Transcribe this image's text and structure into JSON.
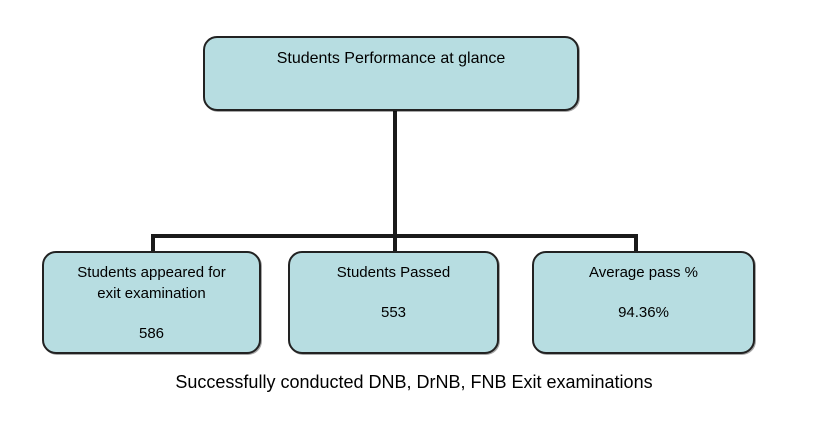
{
  "diagram": {
    "root": {
      "label": "Students Performance at glance"
    },
    "children": [
      {
        "label": "Students appeared for\nexit examination",
        "value": "586"
      },
      {
        "label": "Students Passed",
        "value": "553"
      },
      {
        "label": "Average pass %",
        "value": "94.36%"
      }
    ],
    "caption": "Successfully conducted DNB, DrNB, FNB Exit examinations",
    "colors": {
      "node_fill": "#b7dde1",
      "node_border": "#222222",
      "connector": "#1a1a1a",
      "background": "#ffffff",
      "text": "#000000"
    }
  }
}
